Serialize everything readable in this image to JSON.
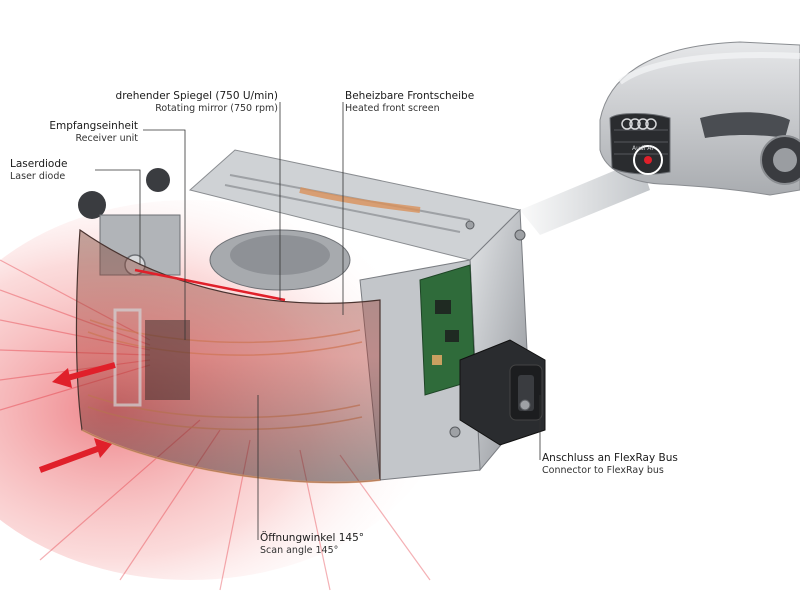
{
  "labels": {
    "rotating_mirror": {
      "de": "drehender Spiegel (750 U/min)",
      "en": "Rotating mirror (750 rpm)"
    },
    "heated_screen": {
      "de": "Beheizbare Frontscheibe",
      "en": "Heated front screen"
    },
    "receiver_unit": {
      "de": "Empfangseinheit",
      "en": "Receiver unit"
    },
    "laser_diode": {
      "de": "Laserdiode",
      "en": "Laser diode"
    },
    "connector": {
      "de": "Anschluss an FlexRay Bus",
      "en": "Connector to FlexRay bus"
    },
    "scan_angle": {
      "de": "Öffnungwinkel 145°",
      "en": "Scan angle 145°"
    }
  },
  "car": {
    "badge_text": "Audi AI"
  },
  "colors": {
    "laser_red": "#e0202a",
    "housing_gray": "#b9bcc0",
    "pcb_green": "#2f6b3a",
    "copper": "#d9915a",
    "car_body": "#c9cbce"
  }
}
